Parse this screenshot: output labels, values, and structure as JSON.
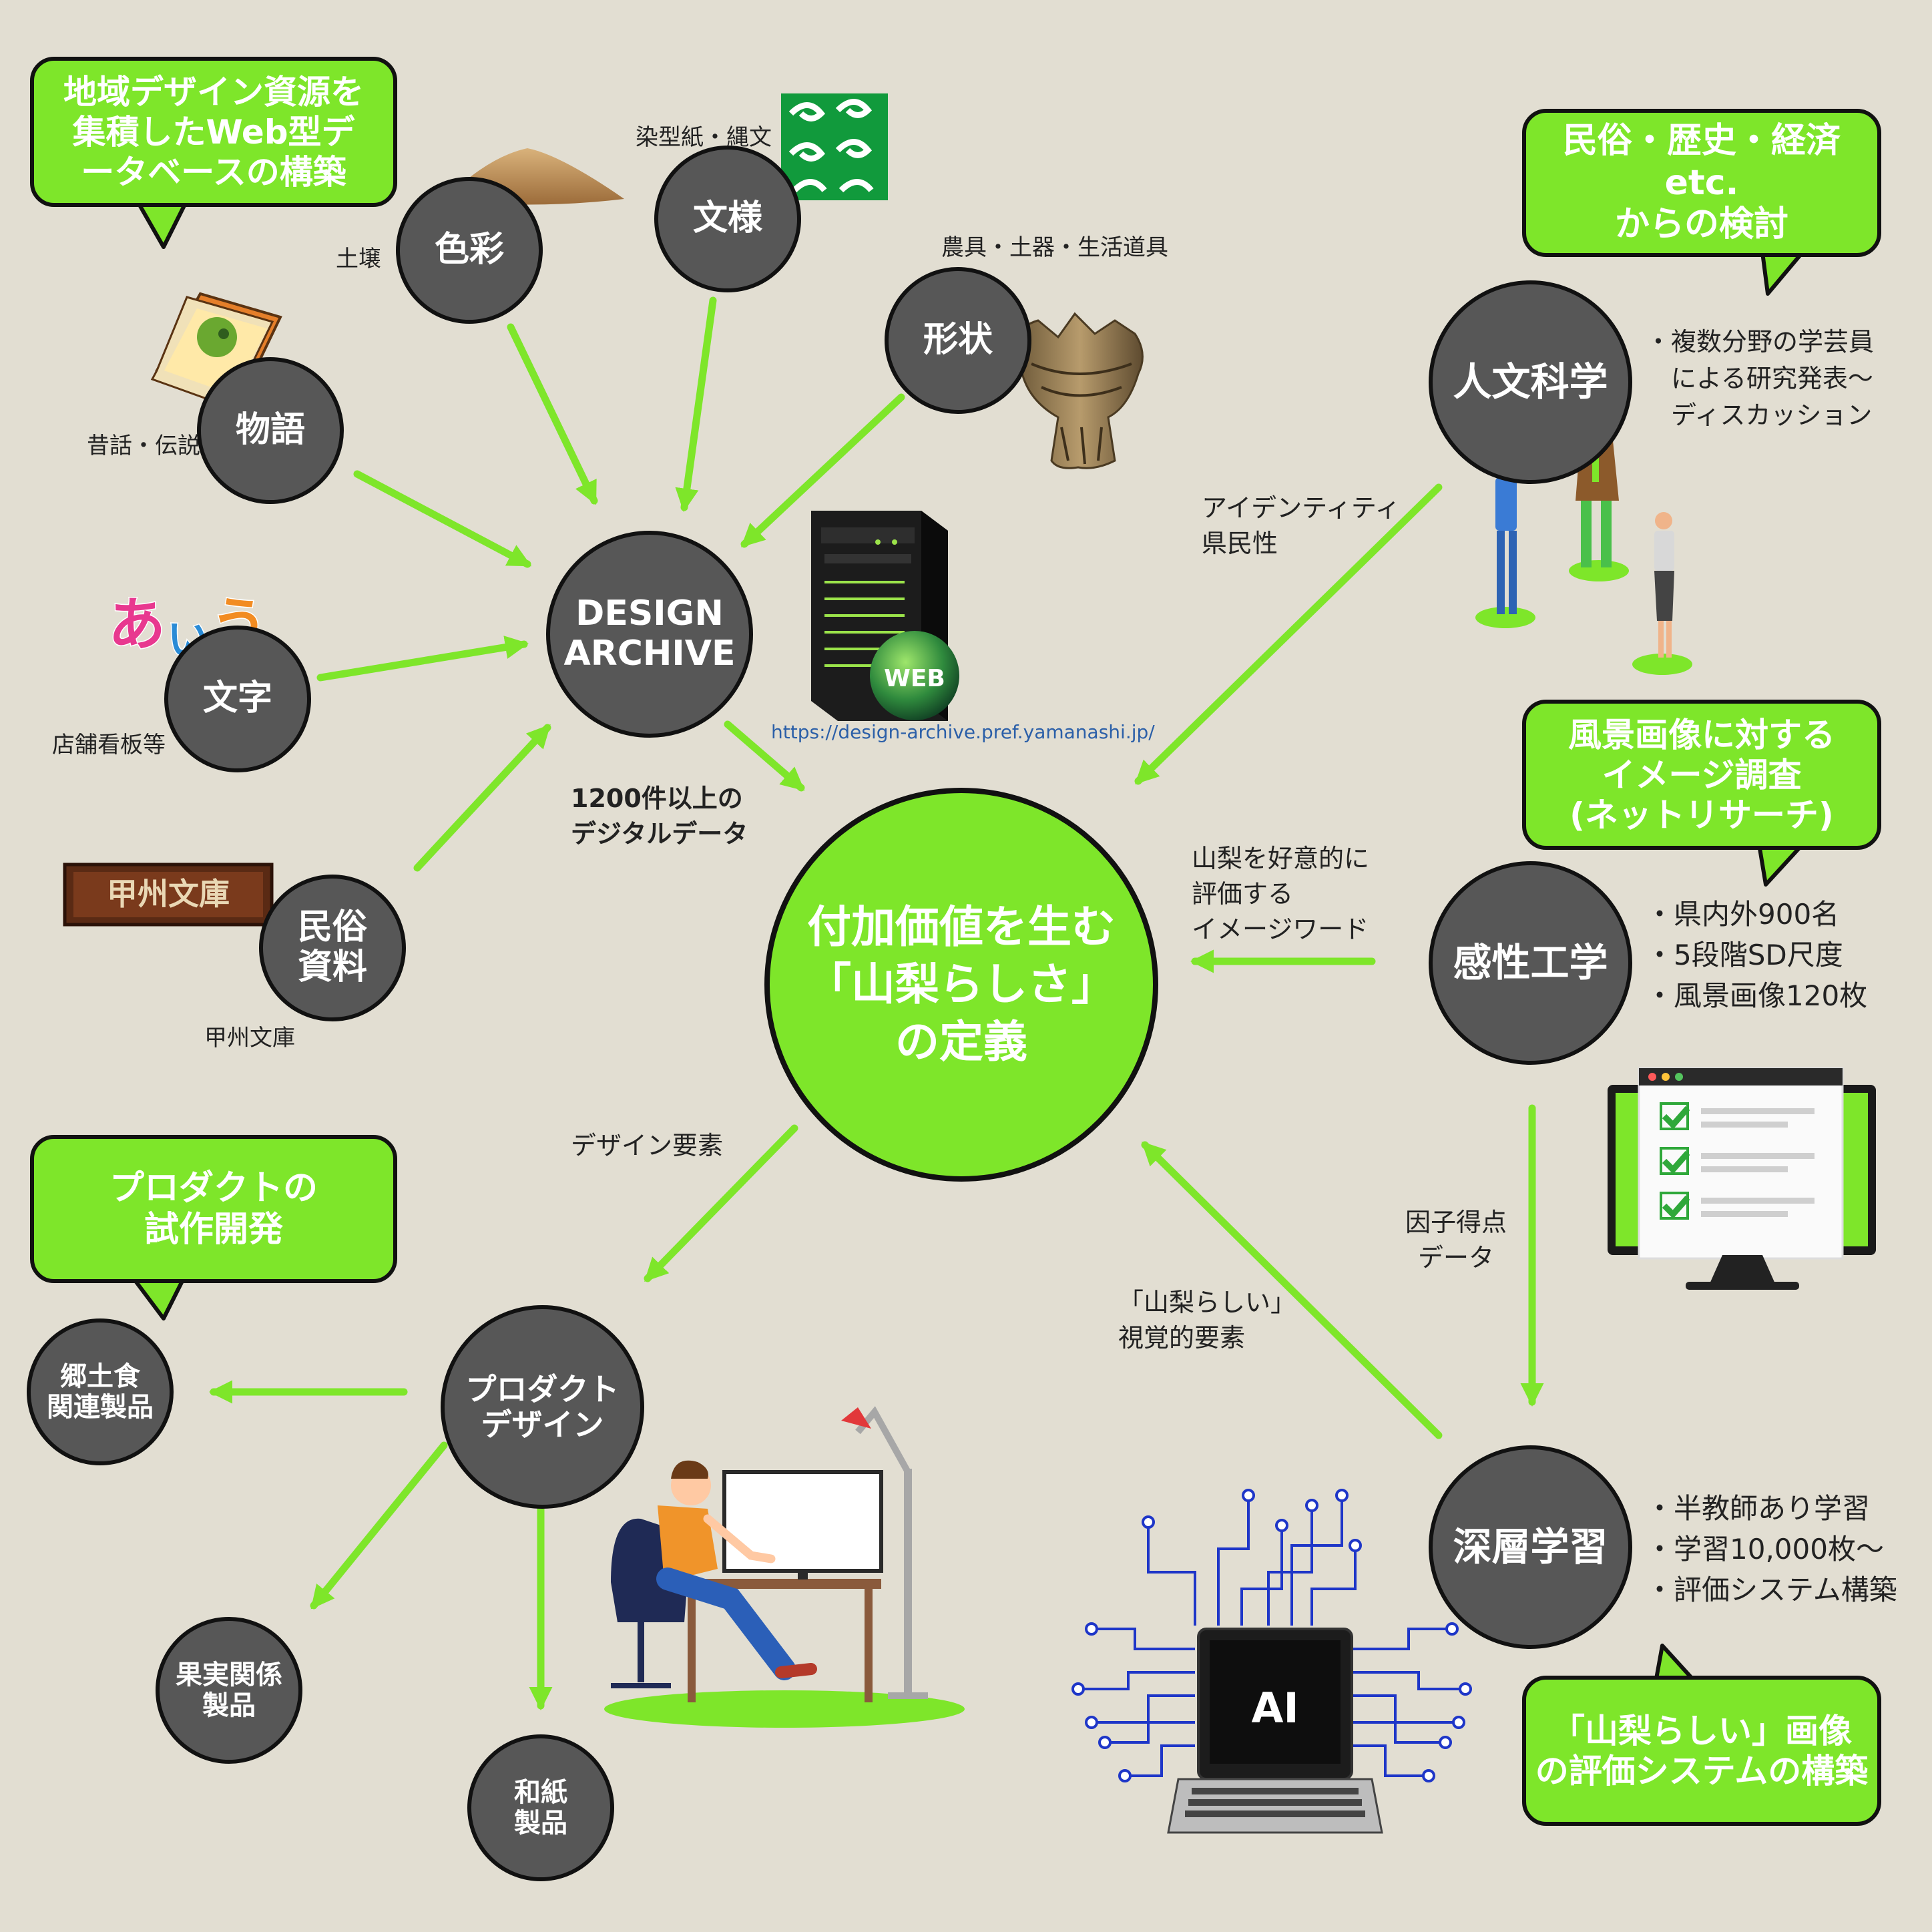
{
  "center": {
    "text": "付加価値を生む\n「山梨らしさ」\nの定義"
  },
  "archive": {
    "text": "DESIGN\nARCHIVE",
    "url": "https://design-archive.pref.yamanashi.jp/",
    "count": "1200件以上の\nデジタルデータ",
    "web_label": "WEB"
  },
  "sources": [
    {
      "name": "色彩",
      "caption": "土壌"
    },
    {
      "name": "文様",
      "caption": "染型紙・縄文"
    },
    {
      "name": "形状",
      "caption": "農具・土器・生活道具"
    },
    {
      "name": "物語",
      "caption": "昔話・伝説"
    },
    {
      "name": "文字",
      "caption": "店舗看板等"
    },
    {
      "name": "民俗\n資料",
      "caption": "甲州文庫"
    }
  ],
  "kana_sample": [
    "あ",
    "い",
    "う"
  ],
  "bubbles": {
    "database": "地域デザイン資源を\n集積したWeb型デ\nータベースの構築",
    "humanities": "民俗・歴史・経済etc.\nからの検討",
    "survey": "風景画像に対する\nイメージ調査\n(ネットリサーチ)",
    "prototype": "プロダクトの\n試作開発",
    "evaluation": "「山梨らしい」画像\nの評価システムの構築"
  },
  "methods": {
    "humanities": {
      "name": "人文科学",
      "desc": "・複数分野の学芸員\n　による研究発表～\n　ディスカッション"
    },
    "kansei": {
      "name": "感性工学",
      "desc": "・県内外900名\n・5段階SD尺度\n・風景画像120枚"
    },
    "deep": {
      "name": "深層学習",
      "desc": "・半教師あり学習\n・学習10,000枚～\n・評価システム構築"
    }
  },
  "annotations": {
    "identity": "アイデンティティ\n県民性",
    "image_words": "山梨を好意的に\n評価する\nイメージワード",
    "factor": "因子得点\nデータ",
    "visual": "「山梨らしい」\n視覚的要素",
    "design_elements": "デザイン要素"
  },
  "product": {
    "name": "プロダクト\nデザイン"
  },
  "outputs": [
    {
      "name": "郷土食\n関連製品"
    },
    {
      "name": "果実関係\n製品"
    },
    {
      "name": "和紙\n製品"
    }
  ],
  "ai_label": "AI",
  "sign_text": "甲州文庫",
  "colors": {
    "background": "#e2ded2",
    "accent_green": "#7ee62a",
    "node_gray": "#575757",
    "outline": "#111111",
    "url_blue": "#2b5fa8"
  }
}
